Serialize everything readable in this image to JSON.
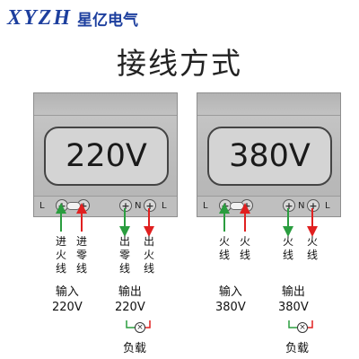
{
  "brand": {
    "logo": "XYZH",
    "name": "星亿电气"
  },
  "title": "接线方式",
  "devices": [
    {
      "voltage": "220V",
      "terminals": {
        "left": [
          "L",
          "N"
        ],
        "right": [
          "N",
          "L"
        ]
      },
      "wires": [
        {
          "text": "进火线",
          "color": "#2a9d3f"
        },
        {
          "text": "进零线",
          "color": "#e02020"
        },
        {
          "text": "出零线",
          "color": "#2a9d3f"
        },
        {
          "text": "出火线",
          "color": "#e02020"
        }
      ],
      "input_label": "输入\n220V",
      "output_label": "输出\n220V",
      "load_label": "负载"
    },
    {
      "voltage": "380V",
      "terminals": {
        "left": [
          "L",
          "N"
        ],
        "right": [
          "N",
          "L"
        ]
      },
      "wires": [
        {
          "text": "火线",
          "color": "#2a9d3f"
        },
        {
          "text": "火线",
          "color": "#e02020"
        },
        {
          "text": "火线",
          "color": "#2a9d3f"
        },
        {
          "text": "火线",
          "color": "#e02020"
        }
      ],
      "input_label": "输入\n380V",
      "output_label": "输出\n380V",
      "load_label": "负载"
    }
  ]
}
